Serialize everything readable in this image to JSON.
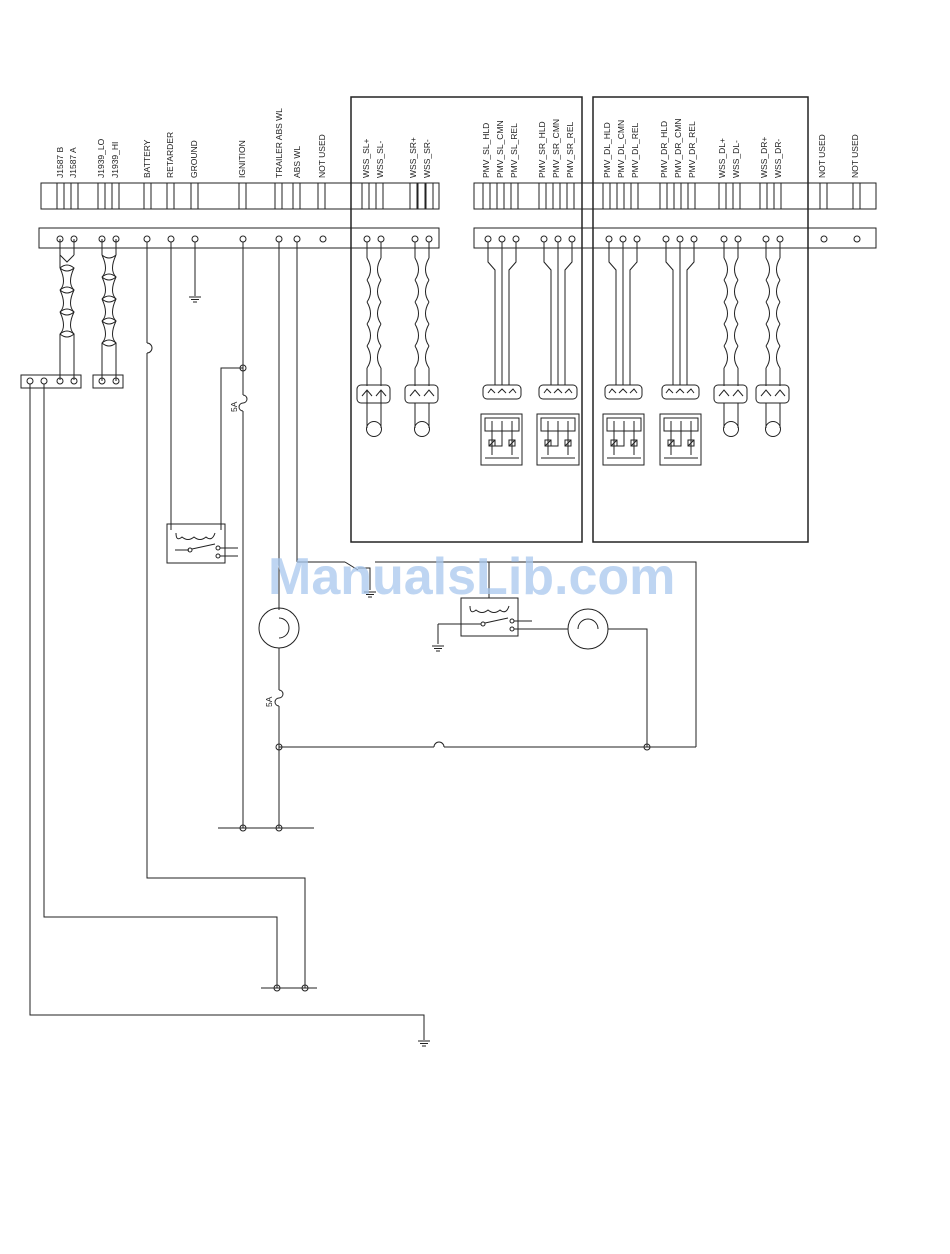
{
  "diagram": {
    "labels_left": [
      "J1587 B",
      "J1587 A",
      "J1939_LO",
      "J1939_HI",
      "BATTERY",
      "RETARDER",
      "GROUND",
      "IGNITION",
      "TRAILER ABS WL",
      "ABS WL",
      "NOT USED"
    ],
    "labels_wss_s": [
      "WSS_SL+",
      "WSS_SL-",
      "WSS_SR+",
      "WSS_SR-"
    ],
    "labels_pmv_s": [
      "PMV_SL_HLD",
      "PMV_SL_CMN",
      "PMV_SL_REL",
      "PMV_SR_HLD",
      "PMV_SR_CMN",
      "PMV_SR_REL"
    ],
    "labels_pmv_d": [
      "PMV_DL_HLD",
      "PMV_DL_CMN",
      "PMV_DL_REL",
      "PMV_DR_HLD",
      "PMV_DR_CMN",
      "PMV_DR_REL"
    ],
    "labels_wss_d": [
      "WSS_DL+",
      "WSS_DL-",
      "WSS_DR+",
      "WSS_DR-"
    ],
    "labels_right": [
      "NOT USED",
      "NOT USED"
    ],
    "fuse_labels": [
      "5A",
      "5A"
    ]
  },
  "watermark": "ManualsLib.com"
}
